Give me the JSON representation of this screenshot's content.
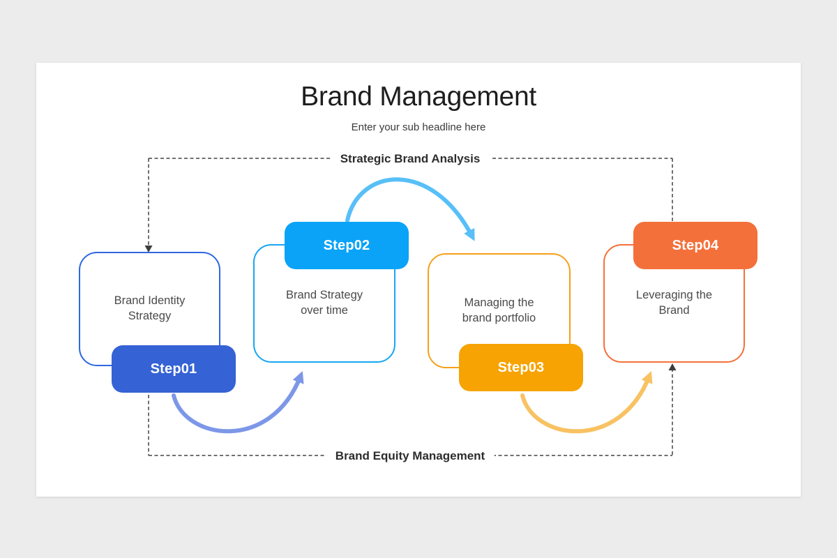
{
  "slide": {
    "title": "Brand Management",
    "subtitle": "Enter your sub headline here"
  },
  "diagram": {
    "top_section_label": "Strategic Brand Analysis",
    "bottom_section_label": "Brand Equity Management",
    "steps": [
      {
        "badge": "Step01",
        "label": "Brand Identity Strategy",
        "badge_color": "#3562d4",
        "border_color": "#2d68e1",
        "badge_position": "bottom"
      },
      {
        "badge": "Step02",
        "label": "Brand Strategy over time",
        "badge_color": "#0aa3f7",
        "border_color": "#18a6f2",
        "badge_position": "top"
      },
      {
        "badge": "Step03",
        "label": "Managing the brand portfolio",
        "badge_color": "#f6a303",
        "border_color": "#f6a01b",
        "badge_position": "bottom"
      },
      {
        "badge": "Step04",
        "label": "Leveraging the Brand",
        "badge_color": "#f4703a",
        "border_color": "#f4713a",
        "badge_position": "top"
      }
    ],
    "arrows": [
      {
        "name": "step01-to-step02",
        "color": "#7d97e8"
      },
      {
        "name": "step02-to-step03",
        "color": "#58bff7"
      },
      {
        "name": "step03-to-step04",
        "color": "#f8c263"
      }
    ],
    "loop_color": "#424242"
  }
}
